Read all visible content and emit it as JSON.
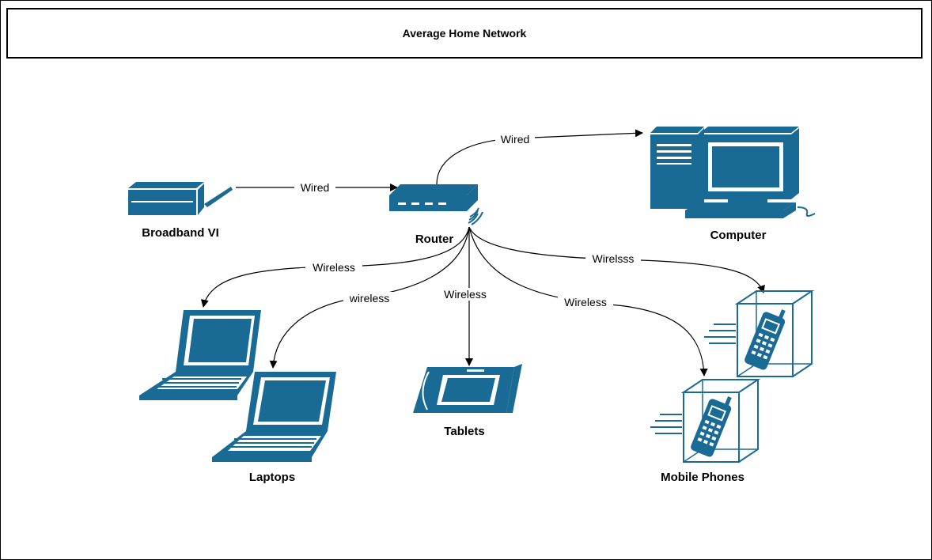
{
  "title": "Average Home Network",
  "colors": {
    "device": "#1a6a96",
    "edge": "#000000"
  },
  "nodes": {
    "broadband": "Broadband VI",
    "router": "Router",
    "computer": "Computer",
    "laptops": "Laptops",
    "tablets": "Tablets",
    "mobile_phones": "Mobile Phones"
  },
  "edges": {
    "broadband_router": "Wired",
    "router_computer": "Wired",
    "router_laptop1": "Wireless",
    "router_laptop2": "wireless",
    "router_tablets": "Wireless",
    "router_phone1": "Wirelsss",
    "router_phone2": "Wireless"
  }
}
